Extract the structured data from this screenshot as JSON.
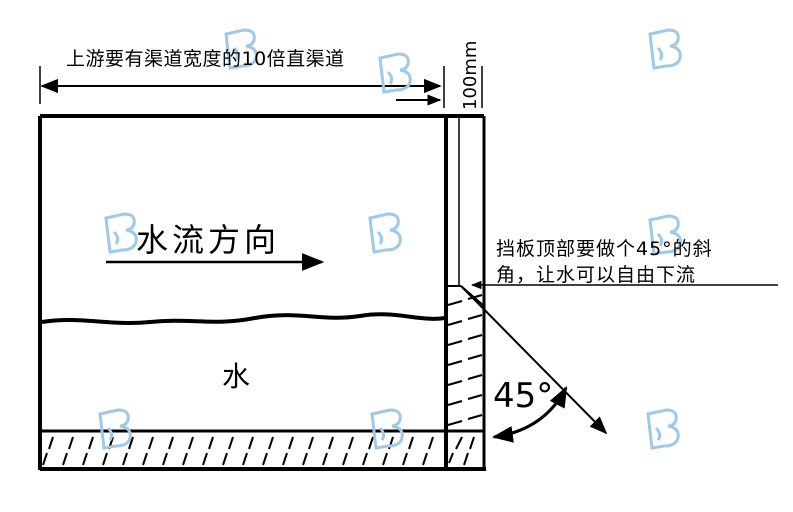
{
  "labels": {
    "upstream_channel": "上游要有渠道宽度的10倍直渠道",
    "weir_width": "100mm",
    "flow_direction": "水流方向",
    "water": "水",
    "angle": "45°",
    "note_line1": "挡板顶部要做个45°的斜",
    "note_line2": "角，让水可以自由下流"
  },
  "icons": {
    "watermark": "b-logo-watermark-icon",
    "flow_arrow": "right-arrow-icon",
    "angle_arc": "double-arrow-arc-icon"
  },
  "colors": {
    "line": "#000000",
    "watermark": "#9ec9ea",
    "background": "#ffffff"
  }
}
